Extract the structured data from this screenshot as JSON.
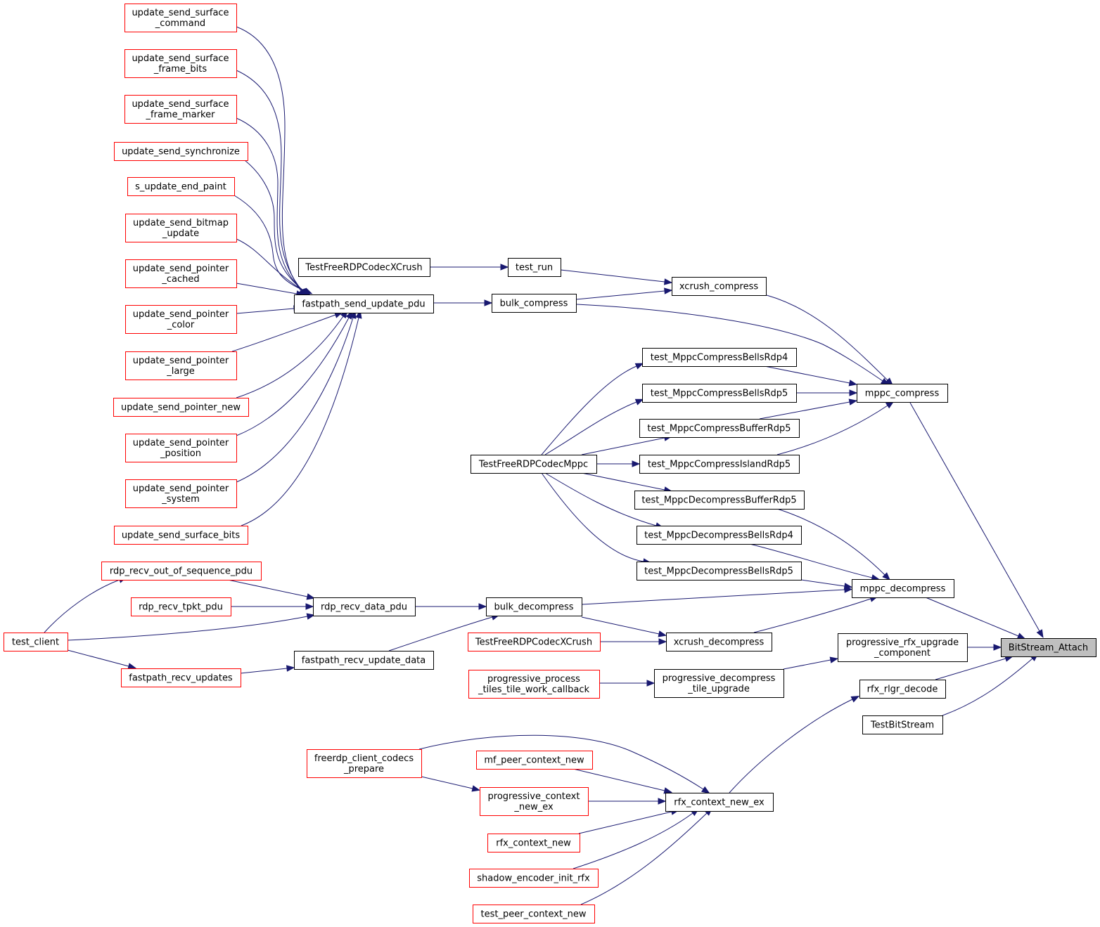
{
  "graph": {
    "target": "bitstream-attach",
    "colors": {
      "edge": "#191970",
      "node_border_default": "#000000",
      "node_border_truncated": "#ff0000",
      "node_fill_highlight": "#bfbfbf",
      "node_fill_default": "#ffffff"
    },
    "nodes": [
      {
        "id": "bitstream-attach",
        "lines": [
          "BitStream_Attach"
        ],
        "style": "highlight"
      },
      {
        "id": "mppc-compress",
        "lines": [
          "mppc_compress"
        ],
        "style": "normal"
      },
      {
        "id": "mppc-decompress",
        "lines": [
          "mppc_decompress"
        ],
        "style": "normal"
      },
      {
        "id": "progressive-rfx-upgrade-component",
        "lines": [
          "progressive_rfx_upgrade",
          "_component"
        ],
        "style": "normal"
      },
      {
        "id": "rfx-rlgr-decode",
        "lines": [
          "rfx_rlgr_decode"
        ],
        "style": "normal"
      },
      {
        "id": "testbitstream",
        "lines": [
          "TestBitStream"
        ],
        "style": "normal"
      },
      {
        "id": "xcrush-compress",
        "lines": [
          "xcrush_compress"
        ],
        "style": "normal"
      },
      {
        "id": "bulk-compress",
        "lines": [
          "bulk_compress"
        ],
        "style": "normal"
      },
      {
        "id": "test-run",
        "lines": [
          "test_run"
        ],
        "style": "normal"
      },
      {
        "id": "testfreerdpcodecxcrush-a",
        "lines": [
          "TestFreeRDPCodecXCrush"
        ],
        "style": "normal"
      },
      {
        "id": "fastpath-send-update-pdu",
        "lines": [
          "fastpath_send_update_pdu"
        ],
        "style": "normal"
      },
      {
        "id": "update-send-surface-command",
        "lines": [
          "update_send_surface",
          "_command"
        ],
        "style": "truncated"
      },
      {
        "id": "update-send-surface-frame-bits",
        "lines": [
          "update_send_surface",
          "_frame_bits"
        ],
        "style": "truncated"
      },
      {
        "id": "update-send-surface-frame-marker",
        "lines": [
          "update_send_surface",
          "_frame_marker"
        ],
        "style": "truncated"
      },
      {
        "id": "update-send-synchronize",
        "lines": [
          "update_send_synchronize"
        ],
        "style": "truncated"
      },
      {
        "id": "s-update-end-paint",
        "lines": [
          "s_update_end_paint"
        ],
        "style": "truncated"
      },
      {
        "id": "update-send-bitmap-update",
        "lines": [
          "update_send_bitmap",
          "_update"
        ],
        "style": "truncated"
      },
      {
        "id": "update-send-pointer-cached",
        "lines": [
          "update_send_pointer",
          "_cached"
        ],
        "style": "truncated"
      },
      {
        "id": "update-send-pointer-color",
        "lines": [
          "update_send_pointer",
          "_color"
        ],
        "style": "truncated"
      },
      {
        "id": "update-send-pointer-large",
        "lines": [
          "update_send_pointer",
          "_large"
        ],
        "style": "truncated"
      },
      {
        "id": "update-send-pointer-new",
        "lines": [
          "update_send_pointer_new"
        ],
        "style": "truncated"
      },
      {
        "id": "update-send-pointer-position",
        "lines": [
          "update_send_pointer",
          "_position"
        ],
        "style": "truncated"
      },
      {
        "id": "update-send-pointer-system",
        "lines": [
          "update_send_pointer",
          "_system"
        ],
        "style": "truncated"
      },
      {
        "id": "update-send-surface-bits",
        "lines": [
          "update_send_surface_bits"
        ],
        "style": "truncated"
      },
      {
        "id": "test-mppccompressbellsrdp4",
        "lines": [
          "test_MppcCompressBellsRdp4"
        ],
        "style": "normal"
      },
      {
        "id": "test-mppccompressbellsrdp5",
        "lines": [
          "test_MppcCompressBellsRdp5"
        ],
        "style": "normal"
      },
      {
        "id": "test-mppccompressbufferrdp5",
        "lines": [
          "test_MppcCompressBufferRdp5"
        ],
        "style": "normal"
      },
      {
        "id": "test-mppccompressislandrdp5",
        "lines": [
          "test_MppcCompressIslandRdp5"
        ],
        "style": "normal"
      },
      {
        "id": "testfreerdpcodecmppc",
        "lines": [
          "TestFreeRDPCodecMppc"
        ],
        "style": "normal"
      },
      {
        "id": "test-mppcdecompressbufferrdp5",
        "lines": [
          "test_MppcDecompressBufferRdp5"
        ],
        "style": "normal"
      },
      {
        "id": "test-mppcdecompressbellsrdp4",
        "lines": [
          "test_MppcDecompressBellsRdp4"
        ],
        "style": "normal"
      },
      {
        "id": "test-mppcdecompressbellsrdp5",
        "lines": [
          "test_MppcDecompressBellsRdp5"
        ],
        "style": "normal"
      },
      {
        "id": "bulk-decompress",
        "lines": [
          "bulk_decompress"
        ],
        "style": "normal"
      },
      {
        "id": "xcrush-decompress",
        "lines": [
          "xcrush_decompress"
        ],
        "style": "normal"
      },
      {
        "id": "testfreerdpcodecxcrush-b",
        "lines": [
          "TestFreeRDPCodecXCrush"
        ],
        "style": "truncated"
      },
      {
        "id": "rdp-recv-data-pdu",
        "lines": [
          "rdp_recv_data_pdu"
        ],
        "style": "normal"
      },
      {
        "id": "rdp-recv-out-of-sequence-pdu",
        "lines": [
          "rdp_recv_out_of_sequence_pdu"
        ],
        "style": "truncated"
      },
      {
        "id": "rdp-recv-tpkt-pdu",
        "lines": [
          "rdp_recv_tpkt_pdu"
        ],
        "style": "truncated"
      },
      {
        "id": "test-client",
        "lines": [
          "test_client"
        ],
        "style": "truncated"
      },
      {
        "id": "fastpath-recv-update-data",
        "lines": [
          "fastpath_recv_update_data"
        ],
        "style": "normal"
      },
      {
        "id": "fastpath-recv-updates",
        "lines": [
          "fastpath_recv_updates"
        ],
        "style": "truncated"
      },
      {
        "id": "progressive-decompress-tile-upgrade",
        "lines": [
          "progressive_decompress",
          "_tile_upgrade"
        ],
        "style": "normal"
      },
      {
        "id": "progressive-process-tiles-tile-work-callback",
        "lines": [
          "progressive_process",
          "_tiles_tile_work_callback"
        ],
        "style": "truncated"
      },
      {
        "id": "rfx-context-new-ex",
        "lines": [
          "rfx_context_new_ex"
        ],
        "style": "normal"
      },
      {
        "id": "freerdp-client-codecs-prepare",
        "lines": [
          "freerdp_client_codecs",
          "_prepare"
        ],
        "style": "truncated"
      },
      {
        "id": "mf-peer-context-new",
        "lines": [
          "mf_peer_context_new"
        ],
        "style": "truncated"
      },
      {
        "id": "progressive-context-new-ex",
        "lines": [
          "progressive_context",
          "_new_ex"
        ],
        "style": "truncated"
      },
      {
        "id": "rfx-context-new",
        "lines": [
          "rfx_context_new"
        ],
        "style": "truncated"
      },
      {
        "id": "shadow-encoder-init-rfx",
        "lines": [
          "shadow_encoder_init_rfx"
        ],
        "style": "truncated"
      },
      {
        "id": "test-peer-context-new",
        "lines": [
          "test_peer_context_new"
        ],
        "style": "truncated"
      }
    ],
    "edges": [
      {
        "from": "mppc-compress",
        "to": "bitstream-attach"
      },
      {
        "from": "mppc-decompress",
        "to": "bitstream-attach"
      },
      {
        "from": "progressive-rfx-upgrade-component",
        "to": "bitstream-attach"
      },
      {
        "from": "rfx-rlgr-decode",
        "to": "bitstream-attach"
      },
      {
        "from": "testbitstream",
        "to": "bitstream-attach"
      },
      {
        "from": "xcrush-compress",
        "to": "mppc-compress"
      },
      {
        "from": "bulk-compress",
        "to": "mppc-compress"
      },
      {
        "from": "test-mppccompressbellsrdp4",
        "to": "mppc-compress"
      },
      {
        "from": "test-mppccompressbellsrdp5",
        "to": "mppc-compress"
      },
      {
        "from": "test-mppccompressbufferrdp5",
        "to": "mppc-compress"
      },
      {
        "from": "test-mppccompressislandrdp5",
        "to": "mppc-compress"
      },
      {
        "from": "test-run",
        "to": "xcrush-compress"
      },
      {
        "from": "bulk-compress",
        "to": "xcrush-compress"
      },
      {
        "from": "testfreerdpcodecxcrush-a",
        "to": "test-run"
      },
      {
        "from": "fastpath-send-update-pdu",
        "to": "bulk-compress"
      },
      {
        "from": "update-send-surface-command",
        "to": "fastpath-send-update-pdu"
      },
      {
        "from": "update-send-surface-frame-bits",
        "to": "fastpath-send-update-pdu"
      },
      {
        "from": "update-send-surface-frame-marker",
        "to": "fastpath-send-update-pdu"
      },
      {
        "from": "update-send-synchronize",
        "to": "fastpath-send-update-pdu"
      },
      {
        "from": "s-update-end-paint",
        "to": "fastpath-send-update-pdu"
      },
      {
        "from": "update-send-bitmap-update",
        "to": "fastpath-send-update-pdu"
      },
      {
        "from": "update-send-pointer-cached",
        "to": "fastpath-send-update-pdu"
      },
      {
        "from": "update-send-pointer-color",
        "to": "fastpath-send-update-pdu"
      },
      {
        "from": "update-send-pointer-large",
        "to": "fastpath-send-update-pdu"
      },
      {
        "from": "update-send-pointer-new",
        "to": "fastpath-send-update-pdu"
      },
      {
        "from": "update-send-pointer-position",
        "to": "fastpath-send-update-pdu"
      },
      {
        "from": "update-send-pointer-system",
        "to": "fastpath-send-update-pdu"
      },
      {
        "from": "update-send-surface-bits",
        "to": "fastpath-send-update-pdu"
      },
      {
        "from": "testfreerdpcodecmppc",
        "to": "test-mppccompressbellsrdp4"
      },
      {
        "from": "testfreerdpcodecmppc",
        "to": "test-mppccompressbellsrdp5"
      },
      {
        "from": "testfreerdpcodecmppc",
        "to": "test-mppccompressbufferrdp5"
      },
      {
        "from": "testfreerdpcodecmppc",
        "to": "test-mppccompressislandrdp5"
      },
      {
        "from": "testfreerdpcodecmppc",
        "to": "test-mppcdecompressbufferrdp5"
      },
      {
        "from": "testfreerdpcodecmppc",
        "to": "test-mppcdecompressbellsrdp4"
      },
      {
        "from": "testfreerdpcodecmppc",
        "to": "test-mppcdecompressbellsrdp5"
      },
      {
        "from": "test-mppcdecompressbufferrdp5",
        "to": "mppc-decompress"
      },
      {
        "from": "test-mppcdecompressbellsrdp4",
        "to": "mppc-decompress"
      },
      {
        "from": "test-mppcdecompressbellsrdp5",
        "to": "mppc-decompress"
      },
      {
        "from": "bulk-decompress",
        "to": "mppc-decompress"
      },
      {
        "from": "xcrush-decompress",
        "to": "mppc-decompress"
      },
      {
        "from": "bulk-decompress",
        "to": "xcrush-decompress"
      },
      {
        "from": "testfreerdpcodecxcrush-b",
        "to": "xcrush-decompress"
      },
      {
        "from": "rdp-recv-data-pdu",
        "to": "bulk-decompress"
      },
      {
        "from": "fastpath-recv-update-data",
        "to": "bulk-decompress"
      },
      {
        "from": "rdp-recv-out-of-sequence-pdu",
        "to": "rdp-recv-data-pdu"
      },
      {
        "from": "rdp-recv-tpkt-pdu",
        "to": "rdp-recv-data-pdu"
      },
      {
        "from": "test-client",
        "to": "rdp-recv-data-pdu"
      },
      {
        "from": "test-client",
        "to": "rdp-recv-out-of-sequence-pdu"
      },
      {
        "from": "test-client",
        "to": "fastpath-recv-updates"
      },
      {
        "from": "fastpath-recv-updates",
        "to": "fastpath-recv-update-data"
      },
      {
        "from": "progressive-decompress-tile-upgrade",
        "to": "progressive-rfx-upgrade-component"
      },
      {
        "from": "progressive-process-tiles-tile-work-callback",
        "to": "progressive-decompress-tile-upgrade"
      },
      {
        "from": "rfx-context-new-ex",
        "to": "rfx-rlgr-decode"
      },
      {
        "from": "freerdp-client-codecs-prepare",
        "to": "rfx-context-new-ex"
      },
      {
        "from": "freerdp-client-codecs-prepare",
        "to": "progressive-context-new-ex"
      },
      {
        "from": "mf-peer-context-new",
        "to": "rfx-context-new-ex"
      },
      {
        "from": "progressive-context-new-ex",
        "to": "rfx-context-new-ex"
      },
      {
        "from": "rfx-context-new",
        "to": "rfx-context-new-ex"
      },
      {
        "from": "shadow-encoder-init-rfx",
        "to": "rfx-context-new-ex"
      },
      {
        "from": "test-peer-context-new",
        "to": "rfx-context-new-ex"
      }
    ]
  }
}
